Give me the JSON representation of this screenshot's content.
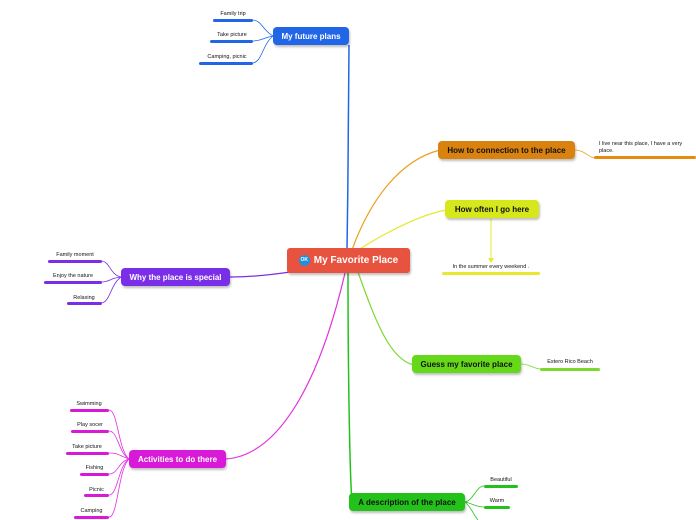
{
  "center": {
    "title": "My Favorite Place",
    "badge": "OK",
    "color": "#e8533f"
  },
  "branches": {
    "future": {
      "title": "My future plans",
      "color": "#2266e8",
      "items": [
        "Family trip",
        "Take picture",
        "Camping, picnic"
      ]
    },
    "connection": {
      "title": "How to connection to the place",
      "color": "#e88a10",
      "items": [
        "I live near this place, I have a very",
        "place."
      ]
    },
    "often": {
      "title": "How often I go here",
      "color": "#d8e81a",
      "items": [
        "In the summer every weekend ."
      ]
    },
    "guess": {
      "title": "Guess my favorite place",
      "color": "#66d81a",
      "items": [
        "Estero Rico Beach"
      ]
    },
    "special": {
      "title": "Why the place is special",
      "color": "#7a2ee8",
      "items": [
        "Family moment",
        "Enjoy the nature",
        "Relaxing"
      ]
    },
    "activities": {
      "title": "Activities to do there",
      "color": "#d81ad8",
      "items": [
        "Swimming",
        "Play socer",
        "Take picture",
        "Fishing",
        "Picnic",
        "Camping"
      ]
    },
    "description": {
      "title": "A description of the place",
      "color": "#22c21a",
      "items": [
        "Beautiful",
        "Warm"
      ]
    }
  }
}
